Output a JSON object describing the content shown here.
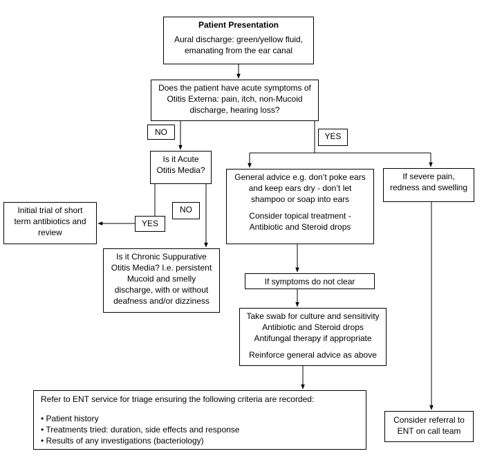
{
  "nodes": {
    "presentation": {
      "title": "Patient Presentation",
      "lines": [
        "Aural discharge: green/yellow fluid,",
        "emanating from the ear canal"
      ]
    },
    "acute_question": {
      "lines": [
        "Does the patient have acute symptoms of",
        "Otitis Externa: pain, itch, non-Mucoid",
        "discharge, hearing loss?"
      ]
    },
    "acute_otitis_media": {
      "lines": [
        "Is it Acute",
        "Otitis Media?"
      ]
    },
    "antibiotics_trial": {
      "lines": [
        "Initial trial of short",
        "term antibiotics and",
        "review"
      ]
    },
    "chronic_question": {
      "lines": [
        "Is it Chronic Suppurative",
        "Otitis Media? I.e. persistent",
        "Mucoid and smelly",
        "discharge, with or without",
        "deafness and/or dizziness"
      ]
    },
    "general_advice": {
      "lines": [
        "General advice e.g. don’t poke ears",
        "and keep ears dry - don’t let",
        "shampoo or soap into ears"
      ],
      "lines2": [
        "Consider topical treatment -",
        "Antibiotic and Steroid drops"
      ]
    },
    "severe_pain": {
      "lines": [
        "If severe pain,",
        "redness and swelling"
      ]
    },
    "symptoms_not_clear": {
      "lines": [
        "If symptoms do not clear"
      ]
    },
    "swab": {
      "lines": [
        "Take swab for culture and sensitivity",
        "Antibiotic and Steroid drops",
        "Antifungal therapy if appropriate"
      ],
      "lines2": [
        "Reinforce general advice as above"
      ]
    },
    "refer_ent": {
      "heading": "Refer to ENT service for triage ensuring the following criteria are recorded:",
      "bullets": [
        "• Patient history",
        "• Treatments tried: duration, side effects and response",
        "• Results of any investigations (bacteriology)"
      ]
    },
    "ent_on_call": {
      "lines": [
        "Consider referral to",
        "ENT on call team"
      ]
    }
  },
  "labels": {
    "no_1": "NO",
    "yes_1": "YES",
    "yes_2": "YES",
    "no_2": "NO"
  }
}
